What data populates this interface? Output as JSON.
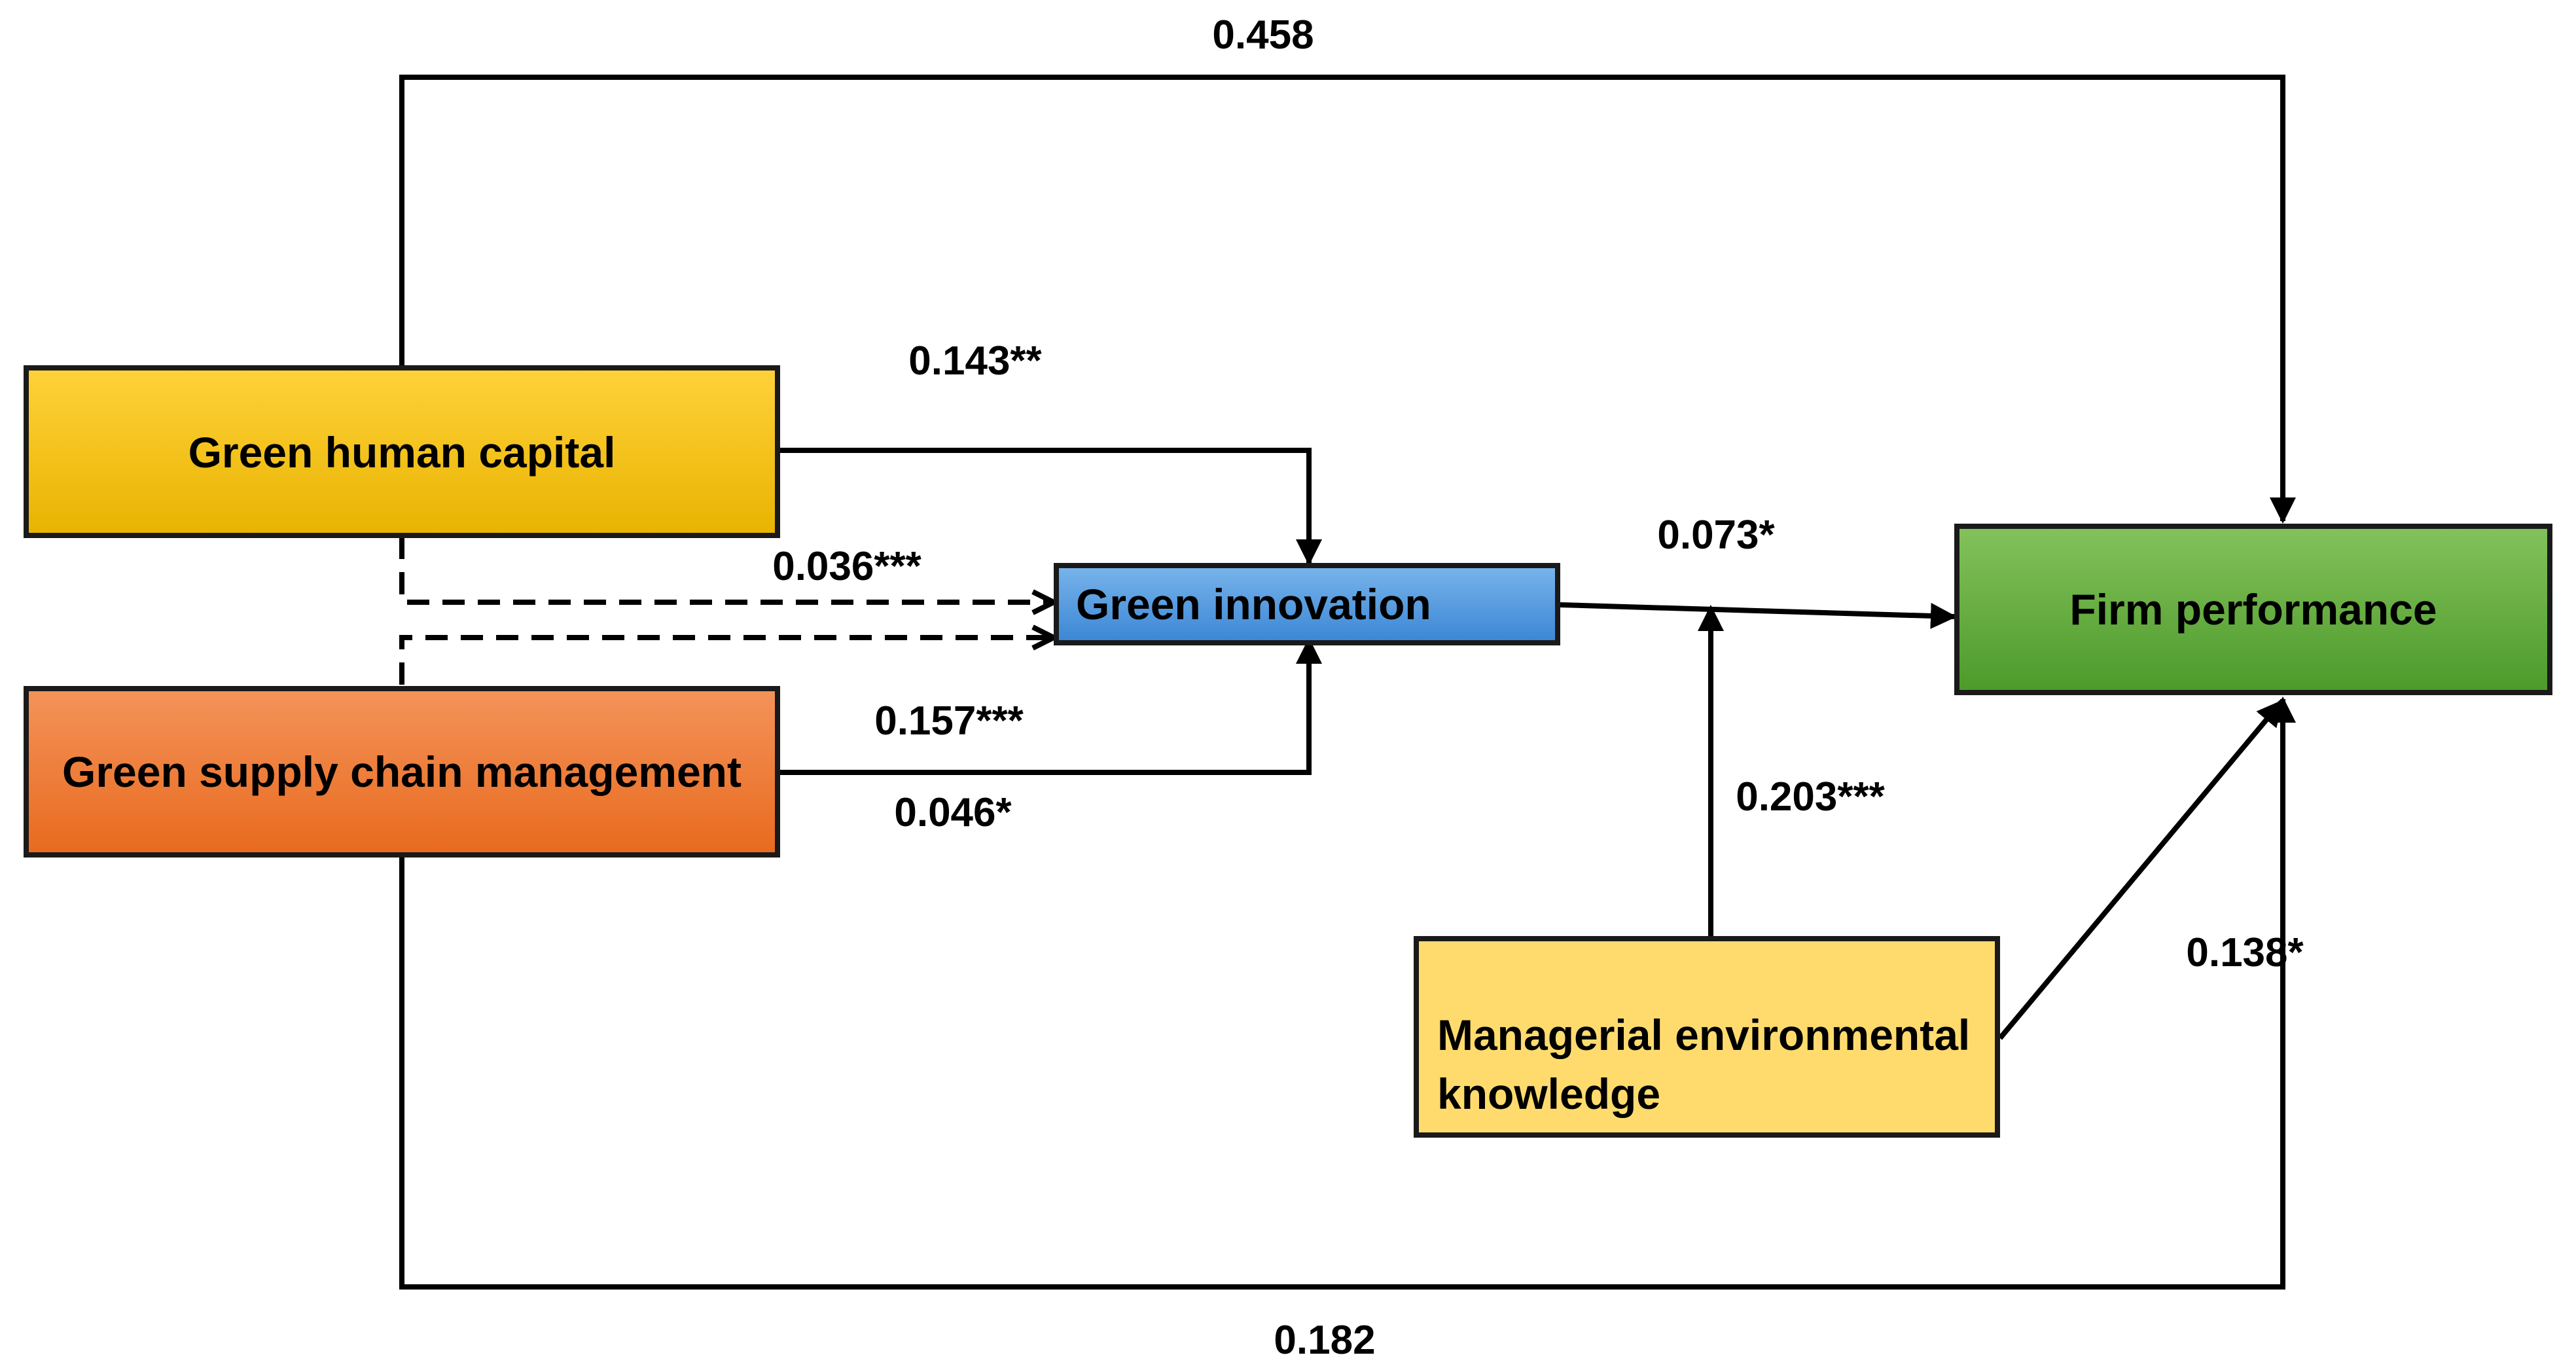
{
  "nodes": {
    "green_human_capital": "Green human capital",
    "green_supply_chain_management": "Green supply chain management",
    "green_innovation": "Green innovation",
    "firm_performance": "Firm performance",
    "managerial_environmental_knowledge": [
      "Managerial environmental",
      "knowledge"
    ]
  },
  "paths": {
    "ghc_to_fp": "0.458",
    "ghc_to_gi": "0.143**",
    "ghc_indirect": "0.036***",
    "gscm_to_gi": "0.157***",
    "gscm_indirect": "0.046*",
    "gi_to_fp": "0.073*",
    "mek_moderation": "0.203***",
    "mek_to_fp": "0.138*",
    "gscm_to_fp": "0.182"
  },
  "colors": {
    "green_human_capital": [
      "#ffd23a",
      "#e8b300"
    ],
    "green_supply_chain_management": [
      "#f4935a",
      "#e86a1e"
    ],
    "green_innovation": [
      "#79b4ec",
      "#3a86d4"
    ],
    "firm_performance": [
      "#84c25c",
      "#4c9a2a"
    ],
    "managerial_environmental_knowledge": "#ffdb6e"
  }
}
